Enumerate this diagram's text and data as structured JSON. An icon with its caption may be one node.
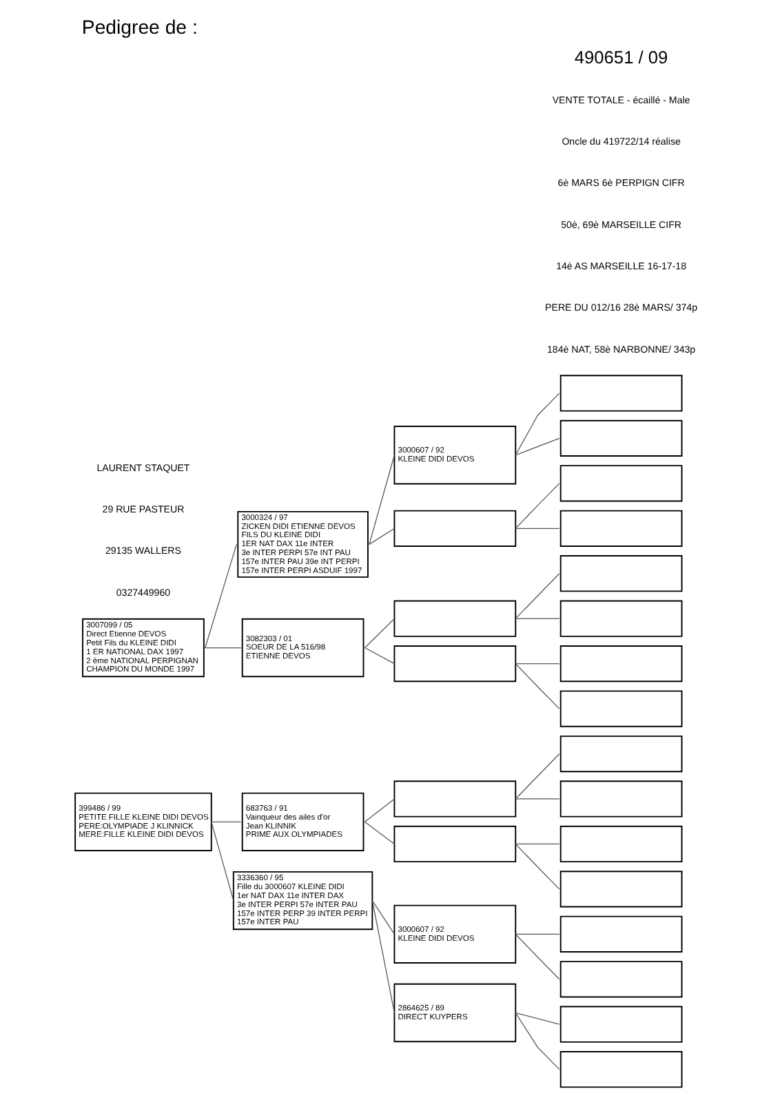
{
  "diagram": {
    "title": "Pedigree de :",
    "nodes": [
      {
        "text": [
          "3007099 / 05",
          "Direct Etienne DEVOS",
          "Petit Fils du KLEINE DIDI",
          "1 ER NATIONAL DAX 1997",
          "2 ème NATIONAL PERPIGNAN",
          "CHAMPION DU MONDE 1997"
        ]
      },
      {
        "text": [
          "399486 / 99",
          "PETITE FILLE KLEINE DIDI DEVOS",
          "PERE:OLYMPIADE J KLINNICK",
          "MERE:FILLE KLEINE DIDI DEVOS"
        ]
      },
      {
        "text": [
          "3000324 / 97",
          "ZICKEN DIDI ETIENNE DEVOS",
          "FILS DU KLEINE DIDI",
          "1ER NAT DAX 11e INTER",
          "3e INTER PERPI 57e INT PAU",
          "157e INTER PAU 39e INT PERPI",
          "157e INTER PERPI ASDUIF 1997"
        ]
      },
      {
        "text": [
          "3082303 / 01",
          "SOEUR DE LA 516/98",
          "ETIENNE DEVOS"
        ]
      },
      {
        "text": [
          "683763 / 91",
          "Vainqueur des ailes d'or",
          "Jean KLINNIK",
          "PRIME AUX OLYMPIADES"
        ]
      },
      {
        "text": [
          "3336360 / 95",
          "Fille du 3000607 KLEINE DIDI",
          "1er NAT DAX 11e INTER DAX",
          "3e INTER PERPI 57e INTER PAU",
          "157e INTER PERP 39 INTER PERPI",
          "157e INTER PAU"
        ]
      },
      {
        "text": [
          "3000607 / 92",
          "KLEINE DIDI DEVOS"
        ]
      },
      {
        "text": [],
        "shape": "box"
      },
      {
        "text": [],
        "shape": "box"
      },
      {
        "text": [],
        "shape": "box"
      },
      {
        "text": [],
        "shape": "box"
      },
      {
        "text": [],
        "shape": "box"
      },
      {
        "text": [
          "3000607 / 92",
          "KLEINE DIDI DEVOS"
        ]
      },
      {
        "text": [
          "2864625 / 89",
          "DIRECT KUYPERS"
        ]
      },
      {
        "text": [],
        "shape": "box"
      },
      {
        "text": [],
        "shape": "box"
      },
      {
        "text": [],
        "shape": "box"
      },
      {
        "text": [],
        "shape": "box"
      },
      {
        "text": [],
        "shape": "box"
      },
      {
        "text": [],
        "shape": "box"
      },
      {
        "text": [],
        "shape": "box"
      },
      {
        "text": [],
        "shape": "box"
      },
      {
        "text": [],
        "shape": "box"
      },
      {
        "text": [],
        "shape": "box"
      },
      {
        "text": [],
        "shape": "box"
      },
      {
        "text": [],
        "shape": "box"
      },
      {
        "text": [],
        "shape": "box"
      },
      {
        "text": [],
        "shape": "box"
      },
      {
        "text": [],
        "shape": "box"
      },
      {
        "text": [],
        "shape": "box"
      }
    ],
    "edges": [
      {
        "from": 0,
        "to": 2,
        "arrow": "none"
      },
      {
        "from": 0,
        "to": 3,
        "arrow": "none"
      },
      {
        "from": 1,
        "to": 4,
        "arrow": "none"
      },
      {
        "from": 1,
        "to": 5,
        "arrow": "none"
      },
      {
        "from": 2,
        "to": 6,
        "arrow": "none"
      },
      {
        "from": 2,
        "to": 7,
        "arrow": "none"
      },
      {
        "from": 3,
        "to": 8,
        "arrow": "none"
      },
      {
        "from": 3,
        "to": 9,
        "arrow": "none"
      },
      {
        "from": 4,
        "to": 10,
        "arrow": "none"
      },
      {
        "from": 4,
        "to": 11,
        "arrow": "none"
      },
      {
        "from": 5,
        "to": 12,
        "arrow": "none"
      },
      {
        "from": 5,
        "to": 13,
        "arrow": "none"
      },
      {
        "from": 6,
        "to": 14,
        "arrow": "none"
      },
      {
        "from": 6,
        "to": 15,
        "arrow": "none"
      },
      {
        "from": 7,
        "to": 16,
        "arrow": "none"
      },
      {
        "from": 7,
        "to": 17,
        "arrow": "none"
      },
      {
        "from": 8,
        "to": 18,
        "arrow": "none"
      },
      {
        "from": 8,
        "to": 19,
        "arrow": "none"
      },
      {
        "from": 9,
        "to": 20,
        "arrow": "none"
      },
      {
        "from": 9,
        "to": 21,
        "arrow": "none"
      },
      {
        "from": 10,
        "to": 22,
        "arrow": "none"
      },
      {
        "from": 10,
        "to": 23,
        "arrow": "none"
      },
      {
        "from": 11,
        "to": 24,
        "arrow": "none"
      },
      {
        "from": 11,
        "to": 25,
        "arrow": "none"
      },
      {
        "from": 12,
        "to": 26,
        "arrow": "none"
      },
      {
        "from": 12,
        "to": 27,
        "arrow": "none"
      },
      {
        "from": 13,
        "to": 28,
        "arrow": "none"
      },
      {
        "from": 13,
        "to": 29,
        "arrow": "none"
      }
    ],
    "labels": [
      "490651 / 09",
      "LAURENT STAQUET",
      "29 RUE PASTEUR",
      "29135 WALLERS",
      "0327449960",
      "VENTE TOTALE - écaillé - Male",
      "Oncle du 419722/14 réalise",
      "6è MARS 6è PERPIGN CIFR",
      "50è, 69è MARSEILLE CIFR",
      "14è AS MARSEILLE 16-17-18",
      "PERE DU 012/16 28è MARS/ 374p",
      "184è NAT, 58è NARBONNE/ 343p"
    ]
  }
}
